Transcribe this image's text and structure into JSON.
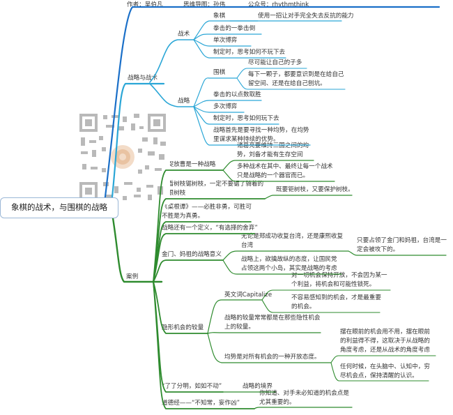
{
  "root": {
    "title": "象棋的战术，与围棋的战略"
  },
  "header": {
    "author": "作者：吴伯凡",
    "mindmap": "思维导图：孙伟",
    "account": "公众号：rhythmthink"
  },
  "strategy_tactics": {
    "label": "战略与战术",
    "tactics": {
      "label": "战术",
      "chess": "象棋",
      "chess_desc": "使用一招让对手完全失去反抗的能力",
      "items": [
        "拳击的一拳击倒",
        "单次博弈",
        "制定时，思考如何不玩下去"
      ]
    },
    "strategy": {
      "label": "战略",
      "go": "围棋",
      "go_points": [
        "尽可能让自己的子多",
        "每下一颗子，都要意识到是在给自己留空间、还是在给自己刨坑。"
      ],
      "items": [
        "拳击的以点数取胜",
        "多次博弈",
        "制定时，思考如何玩下去",
        "战略首先是要寻找一种均势，在均势里谋求某种持续的优势。"
      ]
    }
  },
  "cases": {
    "label": "案例",
    "case1": {
      "title": "说捉放曹是一种战略",
      "points": [
        "诸葛亮要维持三国之间的均势，刘备才能有生存空间",
        "多种战术在其中、最终让每一个战术只是战略的一个器官而已。"
      ]
    },
    "case2": {
      "title": "砍看树枝锯树枝，一定不要锯了骑着的那根树枝",
      "detail": "既要钜树枝，又要保护树枝。"
    },
    "case3": {
      "title": "《菜根谭》——必胜非勇，可胜可不胜是为真勇。"
    },
    "case4": {
      "title": "战略还有一个定义，“有选择的舍弃”"
    },
    "case5": {
      "title": "金门、妈祖的战略意义",
      "points": [
        "无论是郑成功收复台湾，还是康熙收复台湾",
        "战略上，欲擒故纵的态度，让国民党占领这两个小岛，其实是战略的考虑"
      ],
      "note": "只要占领了金门和妈祖，台湾是一定会被攻下的。"
    },
    "case6": {
      "title": "隐形机会的较量",
      "capitalize": "英文词Capitalize",
      "capitalize_points": [
        "对一切机会保持开放，不会因为某一个利益，将机会和可能性锁死。",
        "不容易感知到的机会，才是最重要的机会。"
      ],
      "hidden": "战略的较量常常都是在那些隐性机会上的较量。",
      "openness": "均势是对所有机会的一种开放态度。",
      "openness_points": [
        "摆在眼前的机会用不用，摆在眼前的利益得不得，这取决于从战略的角度考虑，还是从战术的角度考虑",
        "任何时候，在头脑中、认知中，穷尽机会点，保持清醒的认识。"
      ]
    },
    "case7": {
      "title": "“了了分明，如如不动”",
      "detail": "战略的境界"
    },
    "case8": {
      "title": "道德经——“不知常，妄作凶”",
      "detail": "你知道、对手未必知道的机会点是尤其重要的。"
    }
  },
  "colors": {
    "blue": "#1a6fc8",
    "cyan": "#2aa6d6",
    "green": "#3a9a3a",
    "dark_green": "#2e7d32",
    "root_border": "#9bb7d6"
  }
}
